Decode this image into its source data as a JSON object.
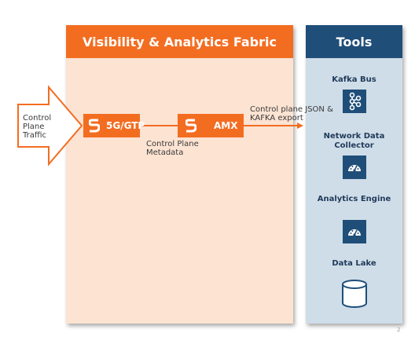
{
  "fabric": {
    "title": "Visibility & Analytics Fabric"
  },
  "tools": {
    "title": "Tools",
    "items": [
      {
        "label": "Kafka Bus",
        "icon": "kafka-bus-icon"
      },
      {
        "label": "Network Data Collector",
        "icon": "speedometer-icon"
      },
      {
        "label": "Analytics Engine",
        "icon": "speedometer-icon"
      },
      {
        "label": "Data Lake",
        "icon": "database-cylinder-icon"
      }
    ]
  },
  "input": {
    "label": "Control Plane Traffic"
  },
  "nodes": {
    "gtp": {
      "label": "5G/GTP",
      "icon": "gigamon-logo-icon"
    },
    "amx": {
      "label": "AMX",
      "icon": "gigamon-logo-icon"
    }
  },
  "links": {
    "gtp_to_amx_label": "Control Plane Metadata",
    "export_label": "Control plane JSON & KAFKA export"
  },
  "page_number": "2",
  "colors": {
    "orange": "#f36d21",
    "peach": "#fce3d2",
    "navy": "#1f4e79",
    "light_blue": "#cfdde8"
  }
}
